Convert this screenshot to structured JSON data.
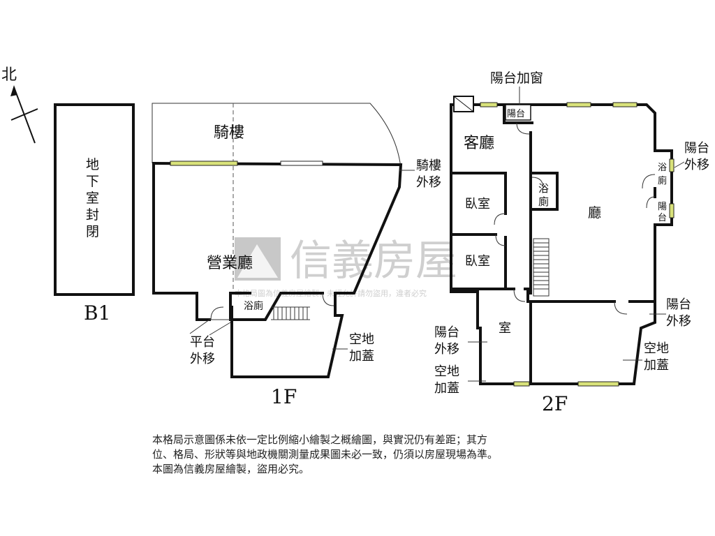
{
  "compass": {
    "label": "北"
  },
  "b1": {
    "room": [
      "地",
      "下",
      "室",
      "封",
      "閉"
    ],
    "floor": "B1"
  },
  "f1": {
    "arcade": "騎樓",
    "arcade_note": [
      "騎樓",
      "外移"
    ],
    "hall": "營業廳",
    "bath": "浴廁",
    "platform_note": [
      "平台",
      "外移"
    ],
    "yard_note": [
      "空地",
      "加蓋"
    ],
    "floor": "1F"
  },
  "f2": {
    "balcony_window": "陽台加窗",
    "balcony_small": "陽台",
    "living": "客廳",
    "bedroom1": "臥室",
    "bedroom2": "臥室",
    "bath_center": [
      "浴",
      "廁"
    ],
    "bath_right": [
      "浴",
      "廁"
    ],
    "balcony_right_small": [
      "陽",
      "台"
    ],
    "balcony_right_note": [
      "陽台",
      "外移"
    ],
    "hall": "廳",
    "room": "室",
    "balcony_lower_right": [
      "陽台",
      "外移"
    ],
    "yard_right": [
      "空地",
      "加蓋"
    ],
    "balcony_left": [
      "陽台",
      "外移"
    ],
    "yard_left": [
      "空地",
      "加蓋"
    ],
    "floor": "2F"
  },
  "watermark": {
    "brand": "信義房屋",
    "note": "本格局圖為信義房屋繪製，未經允許請勿盜用，違者必究"
  },
  "disclaimer": [
    "本格局示意圖係未依一定比例縮小繪製之概繪圖，與實況仍有差距；其方",
    "位、格局、形狀等與地政機關測量成果圖未必一致，仍須以房屋現場為準。",
    "本圖為信義房屋繪製，盜用必究。"
  ],
  "colors": {
    "window": "#d9e27a",
    "wall": "#111111",
    "watermark": "#cfcfcf"
  }
}
